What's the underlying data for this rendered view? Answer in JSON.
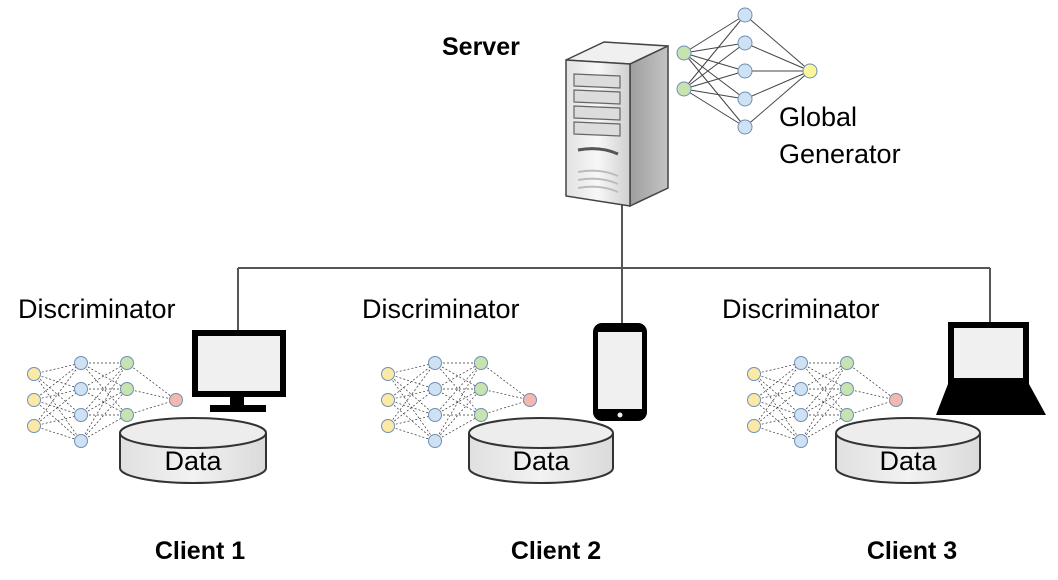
{
  "server": {
    "title": "Server",
    "generator_label_line1": "Global",
    "generator_label_line2": "Generator"
  },
  "clients": [
    {
      "name": "Client 1",
      "model_label": "Discriminator",
      "data_label": "Data",
      "device": "desktop-monitor"
    },
    {
      "name": "Client 2",
      "model_label": "Discriminator",
      "data_label": "Data",
      "device": "smartphone"
    },
    {
      "name": "Client 3",
      "model_label": "Discriminator",
      "data_label": "Data",
      "device": "laptop"
    }
  ],
  "colors": {
    "input_node": "#fbe9a6",
    "hidden_node_blue": "#cfe2f3",
    "hidden_node_green": "#c6e3b0",
    "output_node_red": "#f4b8b0",
    "generator_output": "#fbf59c",
    "node_stroke": "#6f8fb5",
    "line": "#555555"
  }
}
